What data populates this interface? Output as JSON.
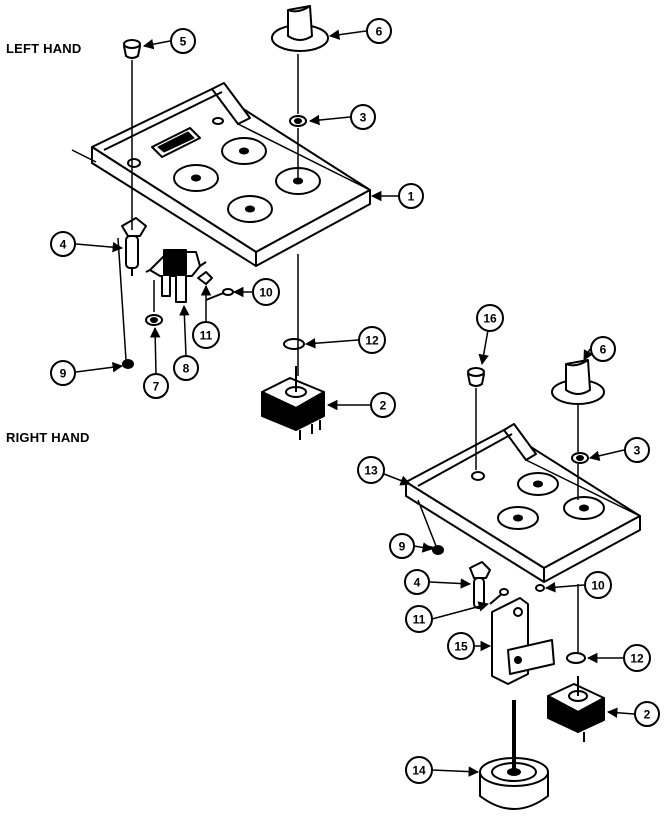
{
  "sections": {
    "left": "LEFT HAND",
    "right": "RIGHT HAND"
  },
  "callouts": [
    {
      "id": "c-left-5",
      "label": "5"
    },
    {
      "id": "c-left-6",
      "label": "6"
    },
    {
      "id": "c-left-3",
      "label": "3"
    },
    {
      "id": "c-left-1",
      "label": "1"
    },
    {
      "id": "c-left-4",
      "label": "4"
    },
    {
      "id": "c-left-10",
      "label": "10"
    },
    {
      "id": "c-left-11",
      "label": "11"
    },
    {
      "id": "c-left-8",
      "label": "8"
    },
    {
      "id": "c-left-7",
      "label": "7"
    },
    {
      "id": "c-left-9",
      "label": "9"
    },
    {
      "id": "c-left-12",
      "label": "12"
    },
    {
      "id": "c-left-2",
      "label": "2"
    },
    {
      "id": "c-right-16",
      "label": "16"
    },
    {
      "id": "c-right-6",
      "label": "6"
    },
    {
      "id": "c-right-3",
      "label": "3"
    },
    {
      "id": "c-right-13",
      "label": "13"
    },
    {
      "id": "c-right-9",
      "label": "9"
    },
    {
      "id": "c-right-4",
      "label": "4"
    },
    {
      "id": "c-right-10",
      "label": "10"
    },
    {
      "id": "c-right-11",
      "label": "11"
    },
    {
      "id": "c-right-15",
      "label": "15"
    },
    {
      "id": "c-right-12",
      "label": "12"
    },
    {
      "id": "c-right-2",
      "label": "2"
    },
    {
      "id": "c-right-14",
      "label": "14"
    }
  ]
}
